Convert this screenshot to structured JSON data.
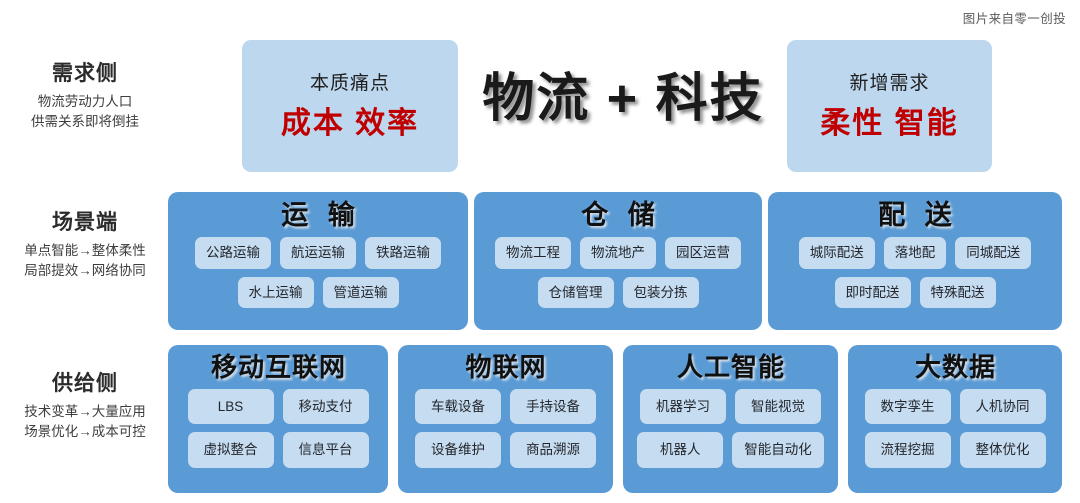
{
  "credit": "图片来自零一创投",
  "headline": "物流 + 科技",
  "accents": {
    "panel_blue": "#5b9bd5",
    "pill_blue": "#c5dcf1",
    "top_card_blue": "#bdd7ee",
    "red": "#c00000",
    "title_black": "#1a1a1a"
  },
  "side_labels": {
    "demand": {
      "title": "需求侧",
      "sub_line1": "物流劳动力人口",
      "sub_line2": "供需关系即将倒挂"
    },
    "scene": {
      "title": "场景端",
      "sub_line1": "单点智能→整体柔性",
      "sub_line2": "局部提效→网络协同"
    },
    "supply": {
      "title": "供给侧",
      "sub_line1": "技术变革→大量应用",
      "sub_line2": "场景优化→成本可控"
    }
  },
  "top_cards": [
    {
      "caption": "本质痛点",
      "main": "成本 效率"
    },
    {
      "caption": "新增需求",
      "main": "柔性 智能"
    }
  ],
  "scene_panels": [
    {
      "title": "运 输",
      "rows": [
        [
          "公路运输",
          "航运运输",
          "铁路运输"
        ],
        [
          "水上运输",
          "管道运输"
        ]
      ]
    },
    {
      "title": "仓 储",
      "rows": [
        [
          "物流工程",
          "物流地产",
          "园区运营"
        ],
        [
          "仓储管理",
          "包装分拣"
        ]
      ]
    },
    {
      "title": "配 送",
      "rows": [
        [
          "城际配送",
          "落地配",
          "同城配送"
        ],
        [
          "即时配送",
          "特殊配送"
        ]
      ]
    }
  ],
  "supply_panels": [
    {
      "title": "移动互联网",
      "rows": [
        [
          "LBS",
          "移动支付"
        ],
        [
          "虚拟整合",
          "信息平台"
        ]
      ]
    },
    {
      "title": "物联网",
      "rows": [
        [
          "车载设备",
          "手持设备"
        ],
        [
          "设备维护",
          "商品溯源"
        ]
      ]
    },
    {
      "title": "人工智能",
      "rows": [
        [
          "机器学习",
          "智能视觉"
        ],
        [
          "机器人",
          "智能自动化"
        ]
      ]
    },
    {
      "title": "大数据",
      "rows": [
        [
          "数字孪生",
          "人机协同"
        ],
        [
          "流程挖掘",
          "整体优化"
        ]
      ]
    }
  ]
}
